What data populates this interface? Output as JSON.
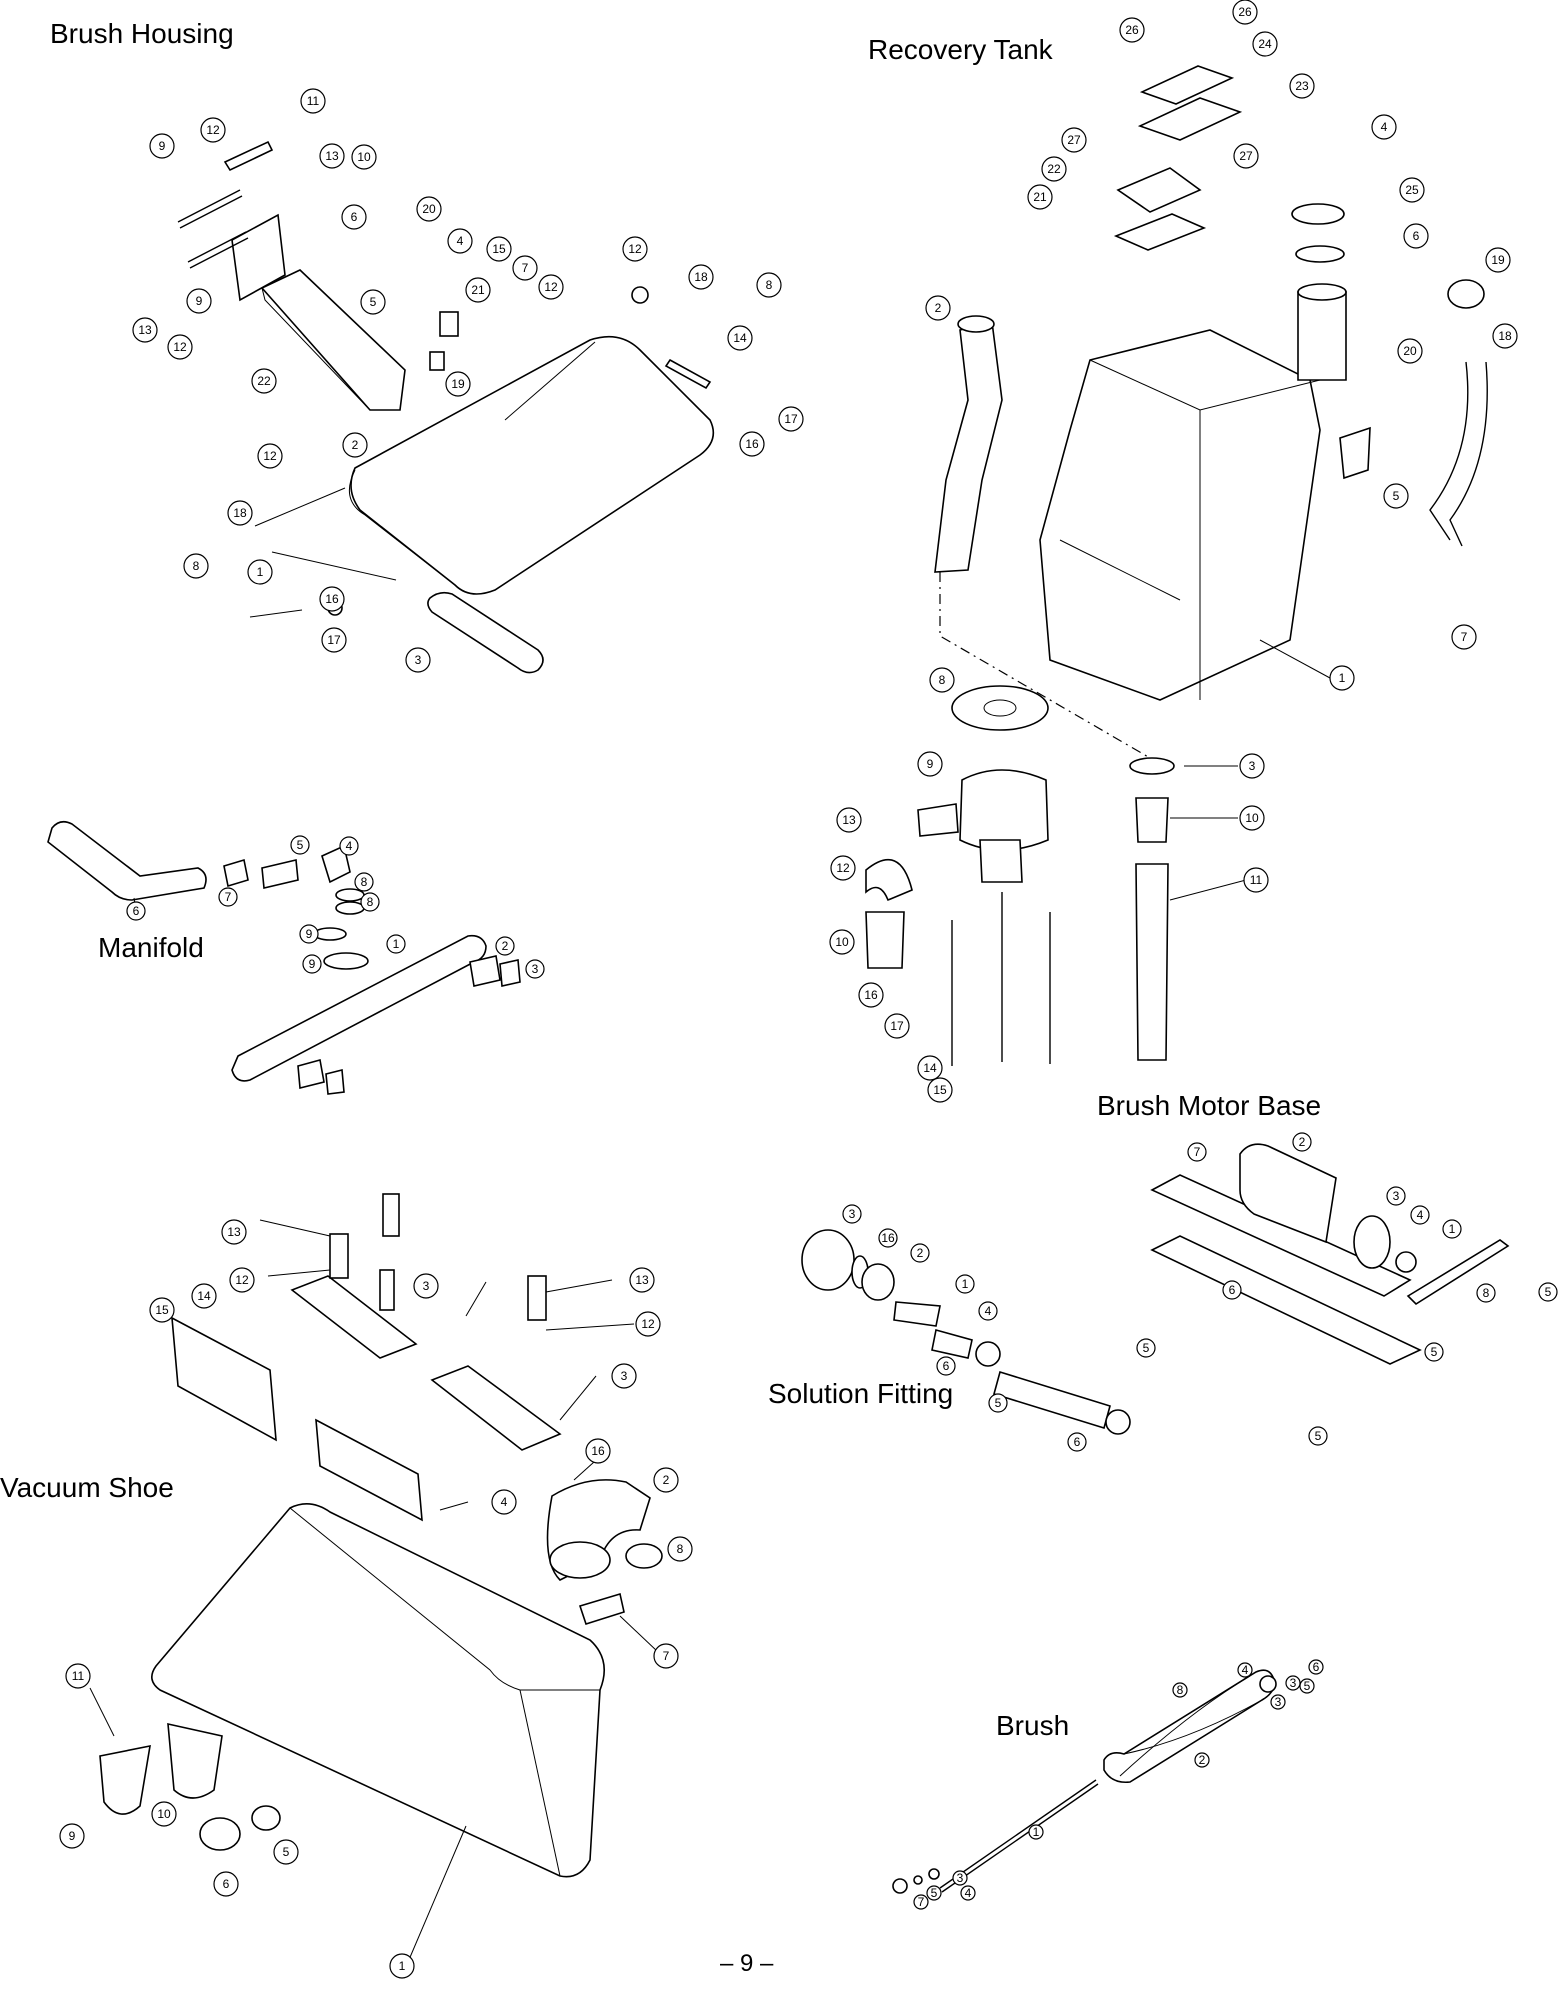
{
  "sections": {
    "brush_housing": "Brush Housing",
    "recovery_tank": "Recovery Tank",
    "manifold": "Manifold",
    "brush_motor_base": "Brush Motor Base",
    "solution_fitting": "Solution Fitting",
    "vacuum_shoe": "Vacuum Shoe",
    "brush": "Brush"
  },
  "page_number": "– 9 –",
  "callouts": {
    "brush_housing": [
      "11",
      "12",
      "9",
      "13",
      "10",
      "6",
      "20",
      "4",
      "15",
      "7",
      "12",
      "12",
      "18",
      "8",
      "14",
      "17",
      "16",
      "21",
      "5",
      "19",
      "22",
      "2",
      "12",
      "18",
      "8",
      "1",
      "16",
      "17",
      "3",
      "9",
      "13",
      "12"
    ],
    "recovery_tank": [
      "26",
      "26",
      "24",
      "23",
      "4",
      "25",
      "6",
      "19",
      "18",
      "27",
      "27",
      "22",
      "21",
      "2",
      "20",
      "5",
      "7",
      "1",
      "8",
      "3",
      "9",
      "13",
      "12",
      "10",
      "11",
      "10",
      "16",
      "17",
      "14",
      "15"
    ],
    "manifold": [
      "5",
      "4",
      "6",
      "7",
      "8",
      "8",
      "9",
      "9",
      "1",
      "2",
      "3"
    ],
    "brush_motor_base": [
      "7",
      "2",
      "3",
      "4",
      "1",
      "8",
      "5",
      "6",
      "5",
      "5",
      "5"
    ],
    "solution_fitting": [
      "3",
      "16",
      "2",
      "1",
      "4",
      "6",
      "5",
      "6"
    ],
    "vacuum_shoe": [
      "13",
      "12",
      "14",
      "15",
      "3",
      "13",
      "12",
      "3",
      "16",
      "4",
      "2",
      "8",
      "7",
      "11",
      "10",
      "9",
      "6",
      "5",
      "1"
    ],
    "brush": [
      "4",
      "6",
      "3",
      "3",
      "5",
      "2",
      "8",
      "1",
      "7",
      "5",
      "3",
      "4"
    ]
  }
}
